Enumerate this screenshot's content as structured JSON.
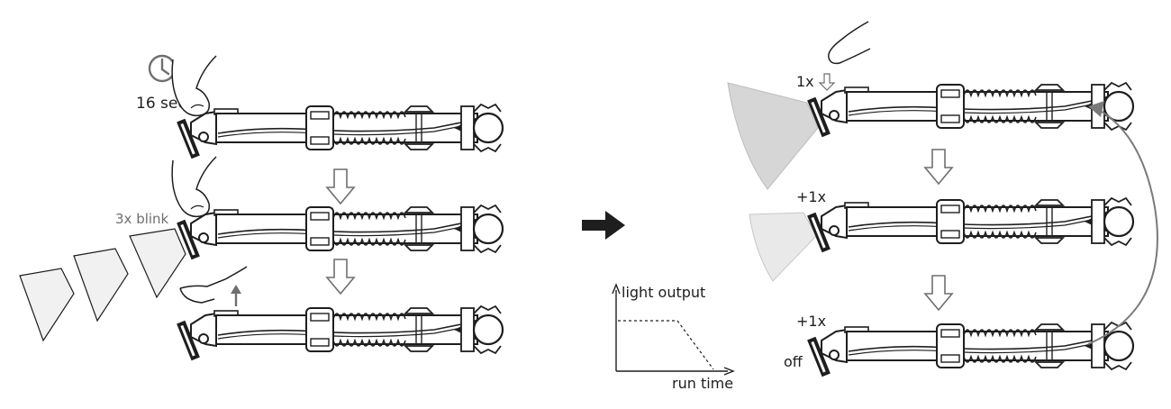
{
  "left_sequence": {
    "timer_label": "16 sec",
    "blink_label": "3x blink",
    "icons": [
      "clock-icon",
      "finger-icon",
      "down-arrow-icon",
      "up-arrow-icon"
    ]
  },
  "right_sequence": {
    "press_1_label": "1x",
    "press_2_label": "+1x",
    "press_3_label": "+1x",
    "off_label": "off",
    "icons": [
      "finger-icon",
      "down-arrow-icon",
      "cycle-arrow-icon"
    ]
  },
  "output_chart": {
    "y_axis_label": "light output",
    "x_axis_label": "run time"
  },
  "colors": {
    "line": "#1e1e1e",
    "beam_bright": "#d6d6d6",
    "beam_dim": "#e9e9e9",
    "beam_pale": "#f1f1f1",
    "cycle_arrow": "#7a7a7a"
  }
}
